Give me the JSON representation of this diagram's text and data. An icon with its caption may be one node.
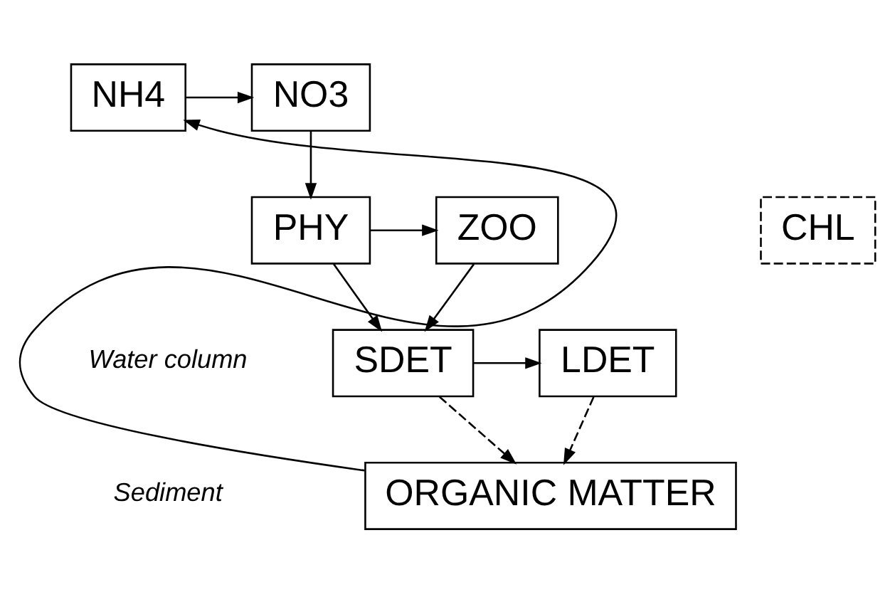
{
  "diagram": {
    "nodes": [
      {
        "text": [
          "NO3"
        ]
      },
      {
        "text": [
          "NH4"
        ]
      },
      {
        "text": [
          "PHY"
        ]
      },
      {
        "text": [
          "CHL"
        ]
      },
      {
        "text": [
          "ZOO"
        ]
      },
      {
        "text": [
          "SDET"
        ]
      },
      {
        "text": [
          "LDET"
        ]
      },
      {
        "text": [
          "ORGANIC MATTER"
        ]
      }
    ],
    "edges": [
      {
        "from": 1,
        "to": 0,
        "arrow": "to"
      },
      {
        "from": 0,
        "to": 2,
        "arrow": "to"
      },
      {
        "from": 2,
        "to": 4,
        "arrow": "to"
      },
      {
        "from": 4,
        "to": 5,
        "arrow": "to"
      },
      {
        "from": 2,
        "to": 5,
        "arrow": "to"
      },
      {
        "from": 5,
        "to": 6,
        "arrow": "to"
      },
      {
        "from": 5,
        "to": 7,
        "arrow": "to",
        "style": "dashed"
      },
      {
        "from": 6,
        "to": 7,
        "arrow": "to",
        "style": "dashed"
      },
      {
        "from": 7,
        "to": 1,
        "arrow": "to"
      }
    ],
    "labels": [
      "Water column",
      "Sediment"
    ]
  }
}
